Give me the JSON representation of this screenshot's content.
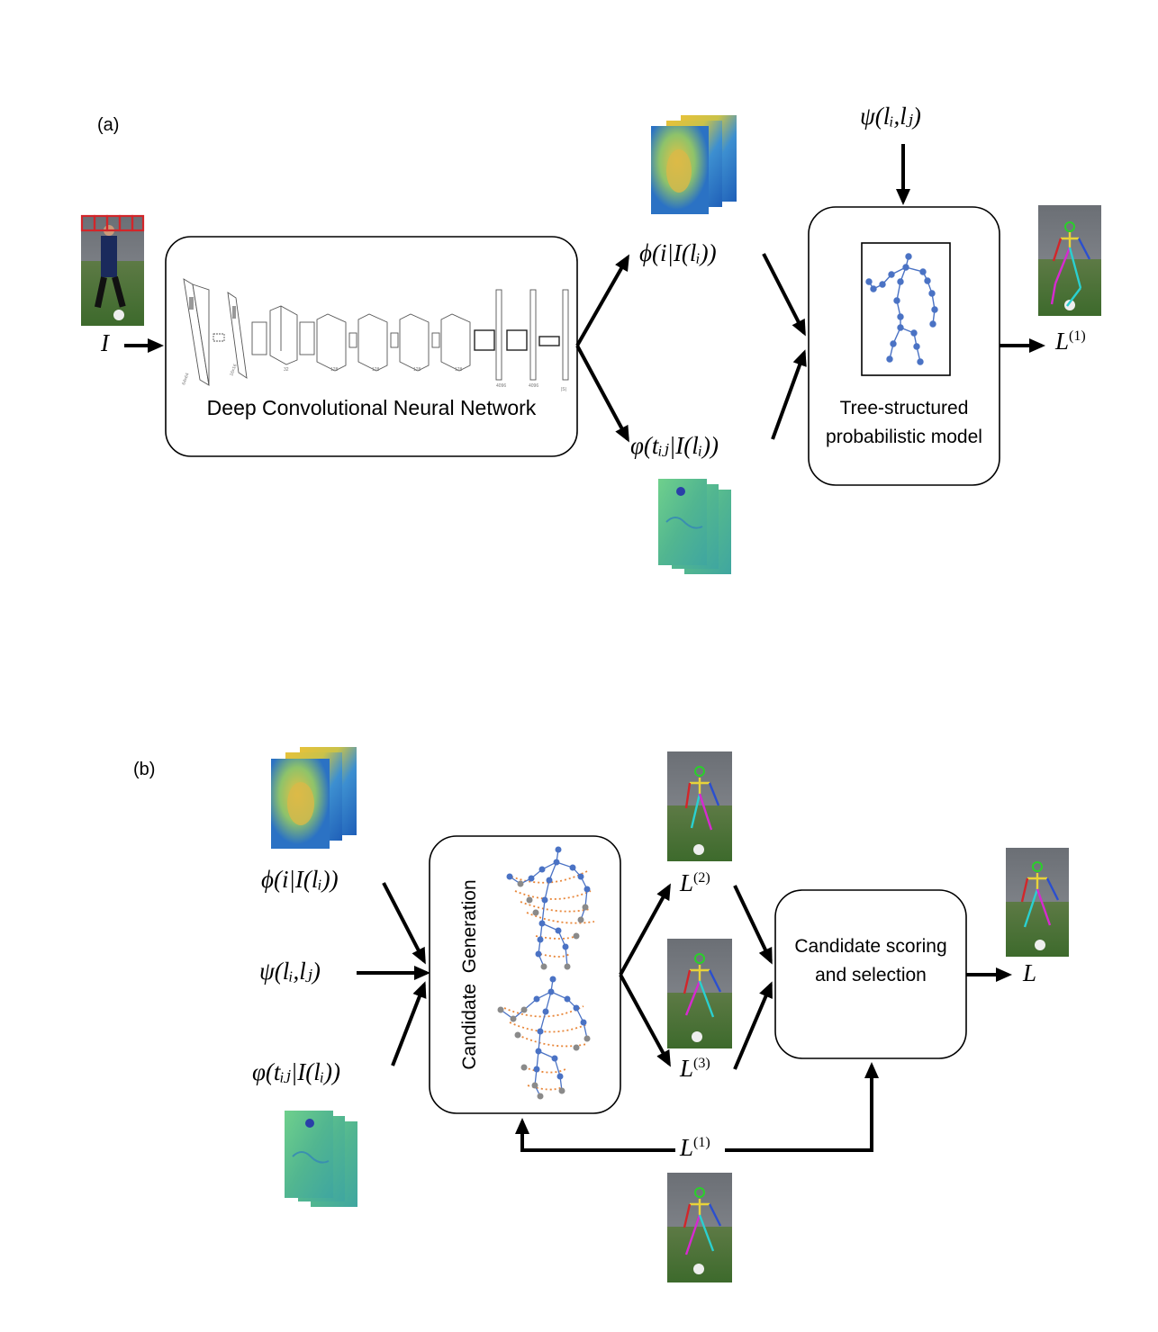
{
  "panel_a": {
    "label": "(a)",
    "input_symbol": "I",
    "cnn_label": "Deep Convolutional Neural Network",
    "cnn_layers": {
      "input_dim": "64x64",
      "conv_block": "conv\n+\nnorm\n+\npool",
      "dense_block": "dense\n+\ndropout",
      "dense": "dense",
      "dims": [
        "16x16",
        "32",
        "128",
        "128",
        "128",
        "128",
        "4096",
        "4096",
        "|S|"
      ]
    },
    "unary_term": "ϕ(i|I(lᵢ))",
    "pairwise_term": "φ(tᵢⱼ|I(lᵢ))",
    "prior_term": "ψ(lᵢ,lⱼ)",
    "tree_model_label": "Tree-structured probabilistic model",
    "output_symbol": "L(1)"
  },
  "panel_b": {
    "label": "(b)",
    "unary_term": "ϕ(i|I(lᵢ))",
    "prior_term": "ψ(lᵢ,lⱼ)",
    "pairwise_term": "φ(tᵢⱼ|I(lᵢ))",
    "candidate_generation_label": "Candidate  Generation",
    "candidate_2": "L(2)",
    "candidate_3": "L(3)",
    "candidate_1": "L(1)",
    "scoring_label": "Candidate scoring and selection",
    "output_symbol": "L"
  },
  "colors": {
    "stroke": "#000000",
    "joint_blue": "#4a72c4",
    "joint_gray": "#8a8a8a",
    "edge_orange": "#e8873a",
    "heatmap_yellow": "#e6c23a",
    "heatmap_blue": "#2a6fc0",
    "heatmap_green": "#5cc08a"
  }
}
